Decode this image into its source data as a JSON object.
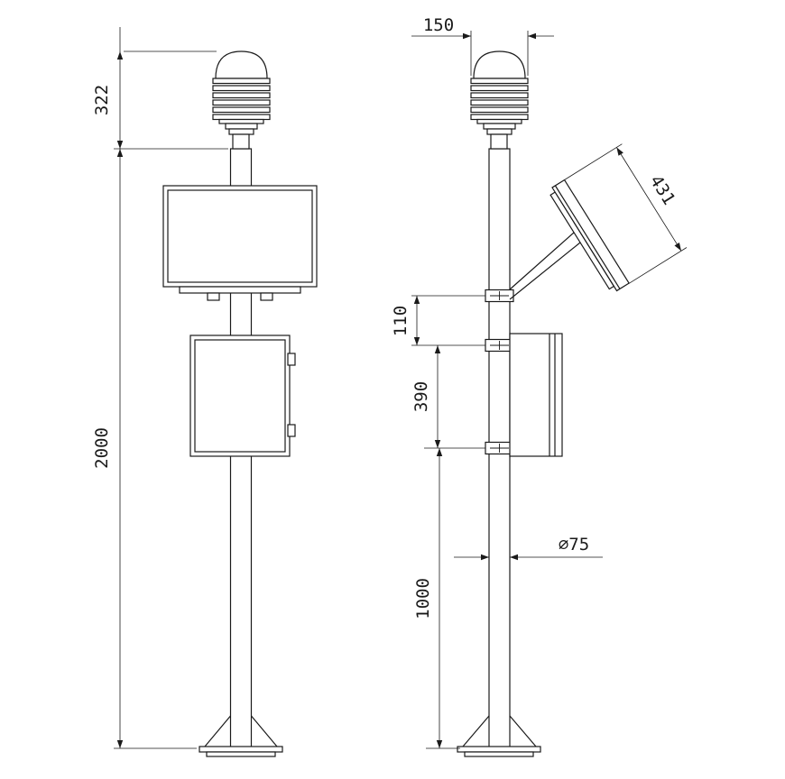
{
  "colors": {
    "ink": "#1a1a1a",
    "paper": "#ffffff"
  },
  "drawing": {
    "dims": {
      "sensor_height": "322",
      "pole_height": "2000",
      "cap_width": "150",
      "panel_length": "431",
      "panel_box_gap": "110",
      "box_mount_span": "390",
      "box_to_base": "1000",
      "pole_diameter": "⌀75"
    }
  }
}
